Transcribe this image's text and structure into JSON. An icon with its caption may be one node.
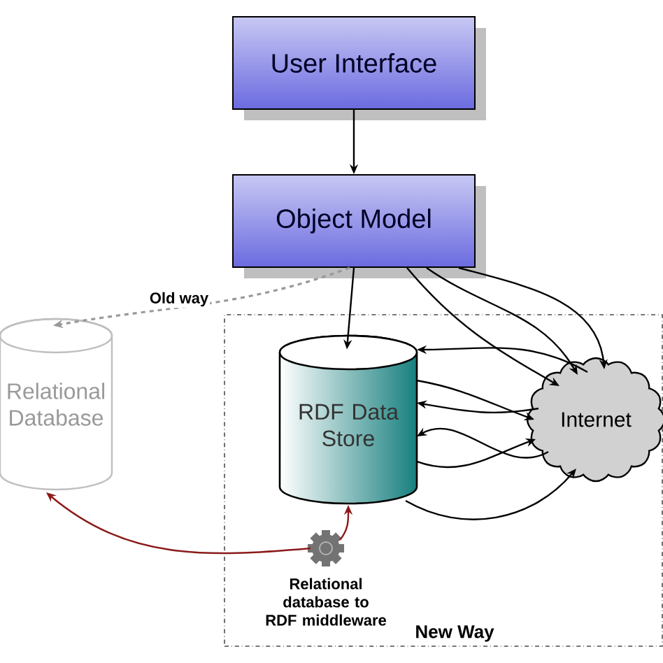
{
  "diagram": {
    "nodes": [
      {
        "text": [
          "User Interface"
        ]
      },
      {
        "text": [
          "Object Model"
        ]
      },
      {
        "text": [
          "New Way"
        ]
      },
      {
        "text": [
          "Relational Database"
        ]
      },
      {
        "text": [
          "RDF Data Store"
        ],
        "in": 2
      },
      {
        "text": [
          "Internet"
        ],
        "in": 2
      },
      {
        "text": [
          "Relational database to RDF middleware"
        ],
        "in": 2
      }
    ],
    "edges": [
      {
        "from": 0,
        "to": 1,
        "arrow": "to"
      },
      {
        "from": 1,
        "to": 3,
        "arrow": "to",
        "label": "Old way",
        "style": "dashed",
        "color": "#999999"
      },
      {
        "from": 1,
        "to": 4,
        "arrow": "to"
      },
      {
        "from": 1,
        "to": 5,
        "arrow": "to"
      },
      {
        "from": 1,
        "to": 5,
        "arrow": "to"
      },
      {
        "from": 1,
        "to": 5,
        "arrow": "to"
      },
      {
        "from": 5,
        "to": 4,
        "arrow": "to"
      },
      {
        "from": 5,
        "to": 4,
        "arrow": "to"
      },
      {
        "from": 5,
        "to": 4,
        "arrow": "to"
      },
      {
        "from": 4,
        "to": 5,
        "arrow": "to"
      },
      {
        "from": 4,
        "to": 5,
        "arrow": "to"
      },
      {
        "from": 4,
        "to": 5,
        "arrow": "to"
      },
      {
        "from": 6,
        "to": 3,
        "arrow": "to",
        "color": "#8b1a1a"
      },
      {
        "from": 6,
        "to": 4,
        "arrow": "to",
        "color": "#8b1a1a"
      }
    ]
  }
}
